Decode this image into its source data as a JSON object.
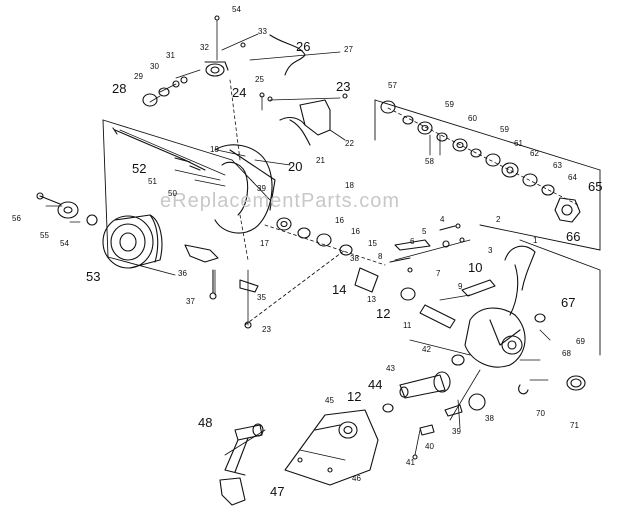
{
  "diagram": {
    "watermark": "eReplacementParts.com",
    "labels": [
      {
        "id": "54",
        "big": false
      },
      {
        "id": "33",
        "big": false
      },
      {
        "id": "32",
        "big": false
      },
      {
        "id": "26",
        "big": true
      },
      {
        "id": "27",
        "big": false
      },
      {
        "id": "31",
        "big": false
      },
      {
        "id": "30",
        "big": false
      },
      {
        "id": "29",
        "big": false
      },
      {
        "id": "28",
        "big": true
      },
      {
        "id": "25",
        "big": false
      },
      {
        "id": "24",
        "big": true
      },
      {
        "id": "23",
        "big": true
      },
      {
        "id": "22",
        "big": false
      },
      {
        "id": "21",
        "big": false
      },
      {
        "id": "20",
        "big": true
      },
      {
        "id": "19",
        "big": false
      },
      {
        "id": "52",
        "big": true
      },
      {
        "id": "51",
        "big": false
      },
      {
        "id": "50",
        "big": false
      },
      {
        "id": "39",
        "big": false
      },
      {
        "id": "18",
        "big": false
      },
      {
        "id": "56",
        "big": false
      },
      {
        "id": "55",
        "big": false
      },
      {
        "id": "54b",
        "text": "54",
        "big": false
      },
      {
        "id": "53",
        "big": true
      },
      {
        "id": "17",
        "big": false
      },
      {
        "id": "36",
        "big": false
      },
      {
        "id": "16a",
        "text": "16",
        "big": false
      },
      {
        "id": "16b",
        "text": "16",
        "big": false
      },
      {
        "id": "15",
        "big": false
      },
      {
        "id": "38a",
        "text": "38",
        "big": false
      },
      {
        "id": "37",
        "big": false
      },
      {
        "id": "35",
        "big": false
      },
      {
        "id": "23b",
        "text": "23",
        "big": false
      },
      {
        "id": "57",
        "big": false
      },
      {
        "id": "59a",
        "text": "59",
        "big": false
      },
      {
        "id": "60",
        "big": false
      },
      {
        "id": "59b",
        "text": "59",
        "big": false
      },
      {
        "id": "58",
        "big": false
      },
      {
        "id": "61",
        "big": false
      },
      {
        "id": "62",
        "big": false
      },
      {
        "id": "63",
        "big": false
      },
      {
        "id": "64",
        "big": false
      },
      {
        "id": "65",
        "big": true
      },
      {
        "id": "66",
        "big": true
      },
      {
        "id": "4",
        "big": false
      },
      {
        "id": "5",
        "big": false
      },
      {
        "id": "6",
        "big": false
      },
      {
        "id": "3",
        "big": false
      },
      {
        "id": "2",
        "big": false
      },
      {
        "id": "1",
        "big": false
      },
      {
        "id": "8",
        "big": false
      },
      {
        "id": "7",
        "big": false
      },
      {
        "id": "10",
        "big": true
      },
      {
        "id": "9",
        "big": false
      },
      {
        "id": "14",
        "big": true
      },
      {
        "id": "13",
        "big": false
      },
      {
        "id": "12a",
        "text": "12",
        "big": true
      },
      {
        "id": "11",
        "big": false
      },
      {
        "id": "67",
        "big": true
      },
      {
        "id": "69",
        "big": false
      },
      {
        "id": "68",
        "big": false
      },
      {
        "id": "42",
        "big": false
      },
      {
        "id": "43",
        "big": false
      },
      {
        "id": "44",
        "big": true
      },
      {
        "id": "12b",
        "text": "12",
        "big": true
      },
      {
        "id": "45",
        "big": false
      },
      {
        "id": "48",
        "big": true
      },
      {
        "id": "38b",
        "text": "38",
        "big": false
      },
      {
        "id": "39b",
        "text": "39",
        "big": false
      },
      {
        "id": "40",
        "big": false
      },
      {
        "id": "41",
        "big": false
      },
      {
        "id": "70",
        "big": false
      },
      {
        "id": "71",
        "big": false
      },
      {
        "id": "46",
        "big": false
      },
      {
        "id": "47",
        "big": true
      }
    ]
  }
}
